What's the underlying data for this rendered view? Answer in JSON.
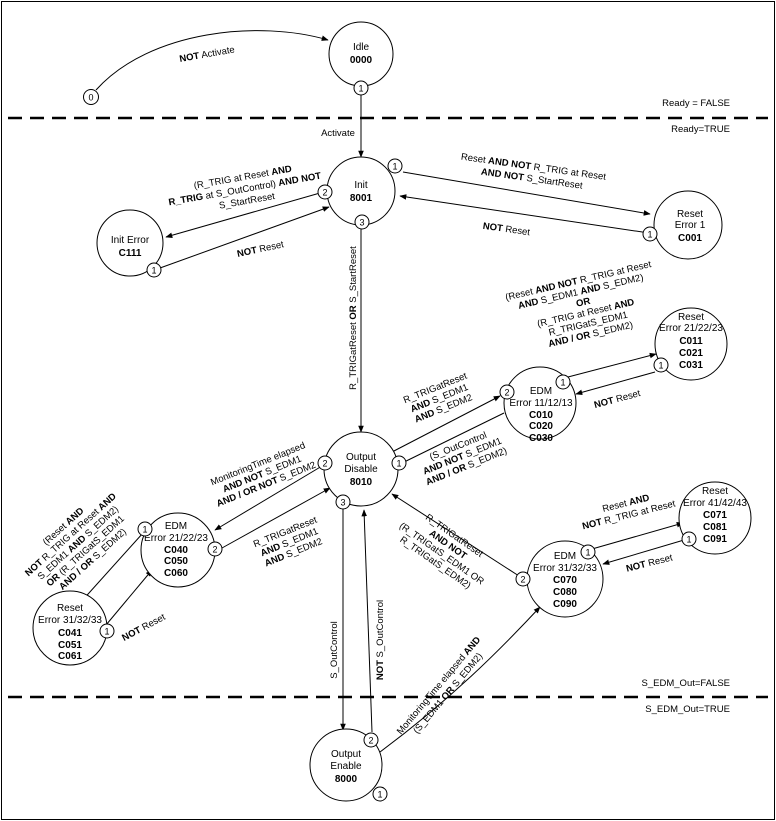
{
  "zones": {
    "ready_false": "Ready = FALSE",
    "ready_true": "Ready=TRUE",
    "edm_out_false": "S_EDM_Out=FALSE",
    "edm_out_true": "S_EDM_Out=TRUE"
  },
  "states": {
    "start": {
      "port": "0"
    },
    "idle": {
      "name": "Idle",
      "code": "0000",
      "port1": "1"
    },
    "init": {
      "name": "Init",
      "code": "8001",
      "port1": "1",
      "port2": "2",
      "port3": "3"
    },
    "init_error": {
      "name": "Init Error",
      "code": "C111",
      "port1": "1"
    },
    "reset_error1": {
      "name1": "Reset",
      "name2": "Error 1",
      "code": "C001",
      "port1": "1"
    },
    "output_disable": {
      "name1": "Output",
      "name2": "Disable",
      "code": "8010",
      "port1": "1",
      "port2": "2",
      "port3": "3"
    },
    "edm_right": {
      "name1": "EDM",
      "name2": "Error 11/12/13",
      "codes": [
        "C010",
        "C020",
        "C030"
      ],
      "port1": "1",
      "port2": "2"
    },
    "reset_right": {
      "name1": "Reset",
      "name2": "Error 21/22/23",
      "codes": [
        "C011",
        "C021",
        "C031"
      ],
      "port1": "1"
    },
    "edm_left": {
      "name1": "EDM",
      "name2": "Error 21/22/23",
      "codes": [
        "C040",
        "C050",
        "C060"
      ],
      "port1": "1",
      "port2": "2"
    },
    "reset_left": {
      "name1": "Reset",
      "name2": "Error 31/32/33",
      "codes": [
        "C041",
        "C051",
        "C061"
      ],
      "port1": "1"
    },
    "edm_bottom": {
      "name1": "EDM",
      "name2": "Error 31/32/33",
      "codes": [
        "C070",
        "C080",
        "C090"
      ],
      "port1": "1",
      "port2": "2"
    },
    "reset_bottom": {
      "name1": "Reset",
      "name2": "Error 41/42/43",
      "codes": [
        "C071",
        "C081",
        "C091"
      ],
      "port1": "1"
    },
    "output_enable": {
      "name1": "Output",
      "name2": "Enable",
      "code": "8000",
      "port1": "1",
      "port2": "2"
    }
  },
  "transitions": {
    "not_activate": {
      "b": "NOT",
      "t": " Activate"
    },
    "activate": "Activate",
    "init_to_reset1": {
      "l1a": "Reset ",
      "l1b": "AND NOT",
      "l1c": " R_TRIG at Reset",
      "l2a": "AND NOT",
      "l2b": " S_StartReset"
    },
    "reset1_not_reset": {
      "b": "NOT",
      "t": " Reset"
    },
    "init_to_error": {
      "l1a": "(R_TRIG at Reset ",
      "l1b": "AND",
      "l2a": "R_TRIG",
      "l2b": " at S_OutControl) ",
      "l2c": "AND NOT",
      "l3": "S_StartReset"
    },
    "error_not_reset": {
      "b": "NOT",
      "t": " Reset"
    },
    "init_to_disable": {
      "a": "R_TRIGatReset ",
      "b": "OR",
      "c": " S_StartReset"
    },
    "disable_to_edm_right": {
      "l1": "R_TRIGatReset",
      "l2a": "AND",
      "l2b": " S_EDM1",
      "l3a": "AND",
      "l3b": " S_EDM2"
    },
    "edm_right_to_disable": {
      "l1": "(S_OutControl",
      "l2a": "AND NOT",
      "l2b": " S_EDM1",
      "l3a": "AND / OR",
      "l3b": " S_EDM2)"
    },
    "edm_right_to_reset": {
      "l1a": "(Reset ",
      "l1b": "AND",
      "l1c": " NOT",
      "l1d": " R_TRIG at Reset",
      "l2a": "AND",
      "l2b": " S_EDM1 ",
      "l2c": "AND",
      "l2d": " S_EDM2)",
      "l3": "OR",
      "l4a": "(R_TRIG at Reset ",
      "l4b": "AND",
      "l5": "R_TRIGatS_EDM1",
      "l6a": "AND / OR",
      "l6b": " S_EDM2)"
    },
    "reset_right_not_reset": {
      "b": "NOT",
      "t": " Reset"
    },
    "disable_to_edm_left": {
      "l1": "MonitoringTime elapsed",
      "l2a": "AND NOT",
      "l2b": " S_EDM1",
      "l3a": "AND / OR NOT",
      "l3b": " S_EDM2"
    },
    "edm_left_to_disable": {
      "l1": "R_TRIGatReset",
      "l2a": "AND",
      "l2b": " S_EDM1",
      "l3a": "AND",
      "l3b": " S_EDM2"
    },
    "edm_left_to_reset": {
      "l1a": "(Reset ",
      "l1b": "AND",
      "l2a": "NOT",
      "l2b": " R_TRIG at Reset ",
      "l2c": "AND",
      "l3a": "S_EDM1 ",
      "l3b": "AND",
      "l3c": " S_EDM2)",
      "l4a": "OR",
      "l4b": " (R_TRIGatS_EDM1",
      "l5a": "AND / OR",
      "l5b": " S_EDM2)"
    },
    "reset_left_not_reset": {
      "b": "NOT",
      "t": " Reset"
    },
    "edm_bottom_to_disable": {
      "l1": "R_TRIGatReset",
      "l2a": "AND",
      "l2b": " NOT",
      "l3": "(R_TRIGatS_EDM1 OR",
      "l4": "R_TRIGatS_EDM2)"
    },
    "edm_bottom_to_reset": {
      "l1a": "Reset ",
      "l1b": "AND",
      "l2a": "NOT",
      "l2b": " R_TRIG at Reset"
    },
    "reset_bottom_not_reset": {
      "b": "NOT",
      "t": " Reset"
    },
    "disable_to_enable": "S_OutControl",
    "enable_to_disable": {
      "b": "NOT",
      "t": " S_OutControl"
    },
    "enable_to_edm_bottom": {
      "l1a": "MonitoringTime elapsed ",
      "l1b": "AND",
      "l2a": "(S_EDM1 ",
      "l2b": "OR",
      "l2c": " S_EDM2)"
    }
  }
}
